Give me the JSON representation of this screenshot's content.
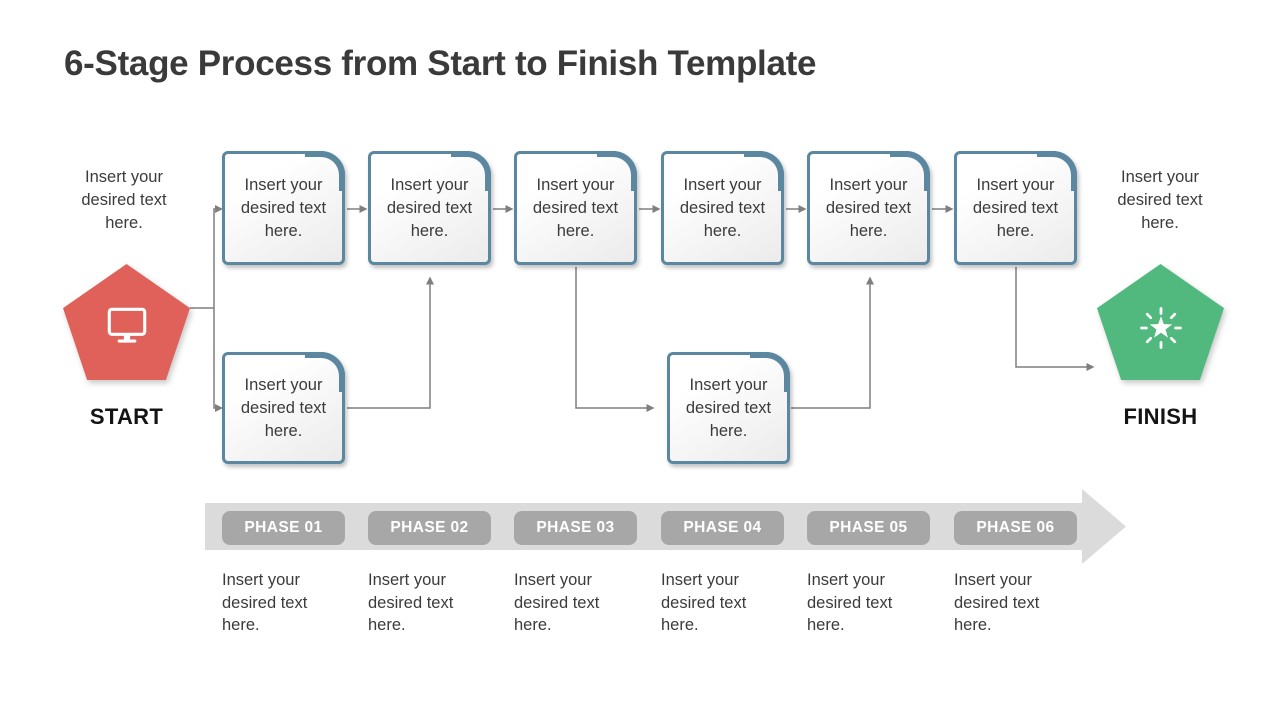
{
  "title": "6-Stage Process from Start to Finish Template",
  "start": {
    "note": "Insert your desired text here.",
    "label": "START",
    "icon": "monitor-icon",
    "color": "#E0615A"
  },
  "finish": {
    "note": "Insert your desired text here.",
    "label": "FINISH",
    "icon": "star-burst-icon",
    "color": "#52B97E"
  },
  "process_boxes": {
    "top": [
      {
        "text": "Insert your desired text here."
      },
      {
        "text": "Insert your desired text here."
      },
      {
        "text": "Insert your desired text here."
      },
      {
        "text": "Insert your desired text here."
      },
      {
        "text": "Insert your desired text here."
      },
      {
        "text": "Insert your desired text here."
      }
    ],
    "branch": [
      {
        "text": "Insert your desired text here."
      },
      {
        "text": "Insert your desired text here."
      }
    ]
  },
  "phases": [
    {
      "label": "PHASE 01",
      "description": "Insert your desired text here."
    },
    {
      "label": "PHASE 02",
      "description": "Insert your desired text here."
    },
    {
      "label": "PHASE 03",
      "description": "Insert your desired text here."
    },
    {
      "label": "PHASE 04",
      "description": "Insert your desired text here."
    },
    {
      "label": "PHASE 05",
      "description": "Insert your desired text here."
    },
    {
      "label": "PHASE 06",
      "description": "Insert your desired text here."
    }
  ],
  "colors": {
    "box_border": "#5B87A0",
    "connector": "#7F7F7F",
    "phase_band": "#DBDBDB",
    "phase_pill": "#A7A7A7",
    "title_text": "#3A3A3A",
    "body_text": "#3B3B3B"
  }
}
